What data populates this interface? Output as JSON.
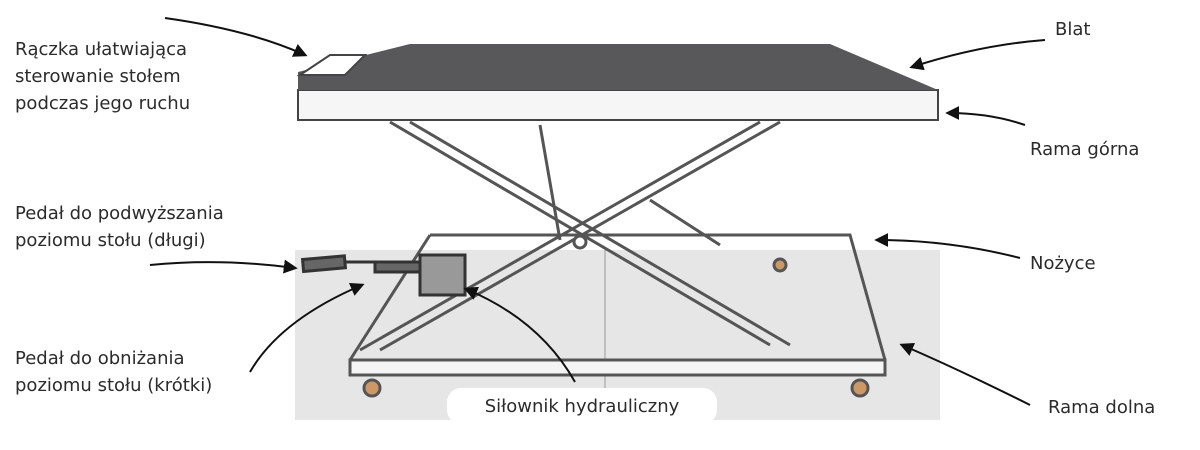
{
  "labels": {
    "handle": [
      "Rączka ułatwiająca",
      "sterowanie stołem",
      "podczas jego ruchu"
    ],
    "top": "Blat",
    "upper_frame": "Rama górna",
    "pedal_raise": [
      "Pedał do podwyższania",
      "poziomu stołu (długi)"
    ],
    "scissors": "Nożyce",
    "pedal_lower": [
      "Pedał do obniżania",
      "poziomu stołu (krótki)"
    ],
    "cylinder": "Siłownik hydrauliczny",
    "lower_frame": "Rama dolna"
  }
}
